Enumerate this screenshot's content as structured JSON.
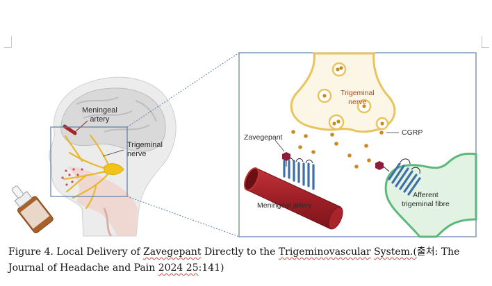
{
  "figure": {
    "labels": {
      "meningeal_artery_head": "Meningeal\nartery",
      "trigeminal_nerve_head": "Trigeminal\nnerve",
      "trigeminal_nerve_inset": "Trigeminal\nnerve",
      "zavegepant": "Zavegepant",
      "cgrp": "CGRP",
      "meningeal_artery_inset": "Meningeal artery",
      "afferent_fibre": "Afferent\ntrigeminal fibre"
    },
    "colors": {
      "inset_border": "#5a7fa8",
      "nerve_outline": "#e8c45e",
      "nerve_fill": "#fbf6e6",
      "cgrp_dot": "#c98a1e",
      "receptor": "#3d6fa8",
      "drug": "#8c1d3b",
      "artery": "#a8242a",
      "fibre_outline": "#5cb87a",
      "fibre_fill": "#e2f3e3",
      "nerve_label": "#a34b24"
    },
    "icons": [
      "head-silhouette-illustration",
      "nasal-spray-icon",
      "synapse-illustration"
    ]
  },
  "caption": {
    "part1": "Figure 4. Local Delivery of ",
    "term1": "Zavegepant",
    "part2": " Directly to the ",
    "term2": "Trigeminovascular",
    "part3": " ",
    "term3": "System.(",
    "part4": "출처: The Journal of Headache and Pain ",
    "term4": "2024 25",
    "part5": ":141)"
  }
}
